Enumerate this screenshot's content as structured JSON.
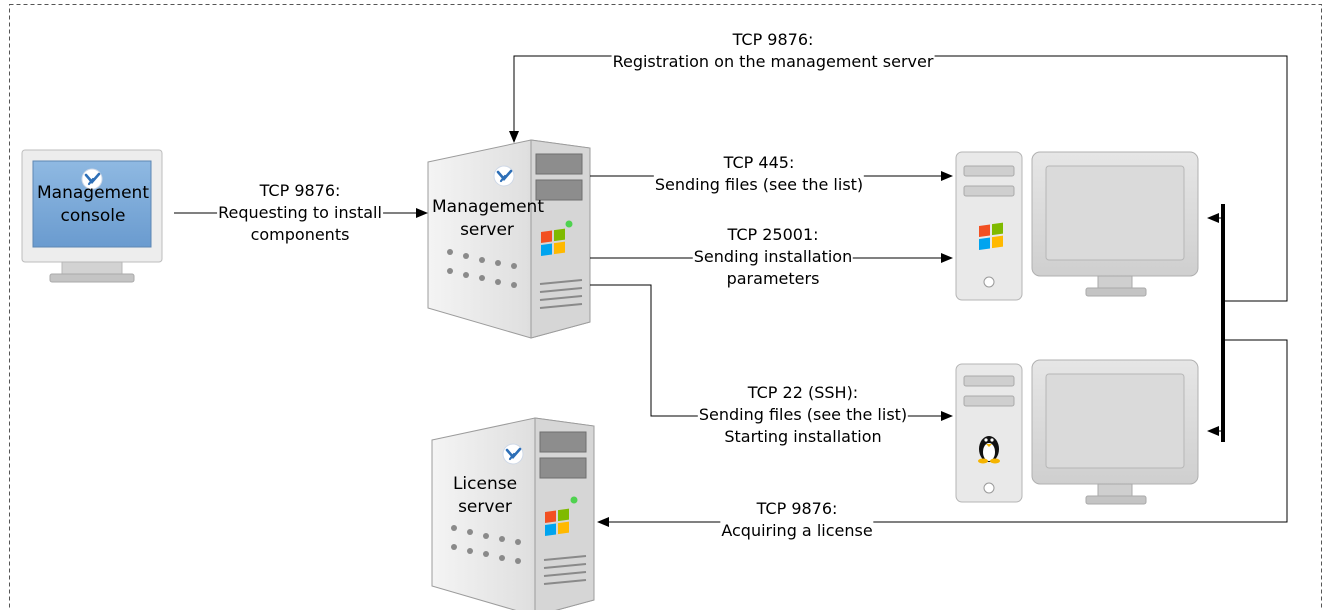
{
  "colors": {
    "line": "#000000",
    "border_dashed": "#555555",
    "screen_blue": "#7aaad6",
    "server_grey": "#d8d8d8",
    "monitor_grey": "#dcdcdc"
  },
  "devices": {
    "management_console": {
      "line1": "Management",
      "line2": "console",
      "icon": "acronis-logo-icon"
    },
    "management_server": {
      "line1": "Management",
      "line2": "server",
      "icons": [
        "acronis-logo-icon",
        "windows-flag-icon"
      ]
    },
    "license_server": {
      "line1": "License",
      "line2": "server",
      "icons": [
        "acronis-logo-icon",
        "windows-flag-icon"
      ]
    },
    "windows_machine": {
      "icon": "windows-flag-icon"
    },
    "linux_machine": {
      "icon": "linux-tux-icon"
    }
  },
  "connections": {
    "registration": {
      "line1": "TCP 9876:",
      "line2": "Registration on the management server"
    },
    "install_request": {
      "line1": "TCP 9876:",
      "line2": "Requesting to install",
      "line3": "components"
    },
    "tcp445": {
      "line1": "TCP 445:",
      "line2": "Sending files (see the list)"
    },
    "tcp25001": {
      "line1": "TCP 25001:",
      "line2": "Sending installation",
      "line3": "parameters"
    },
    "ssh": {
      "line1": "TCP 22 (SSH):",
      "line2": "Sending files (see the list)",
      "line3": "Starting installation"
    },
    "license": {
      "line1": "TCP 9876:",
      "line2": "Acquiring a license"
    }
  }
}
